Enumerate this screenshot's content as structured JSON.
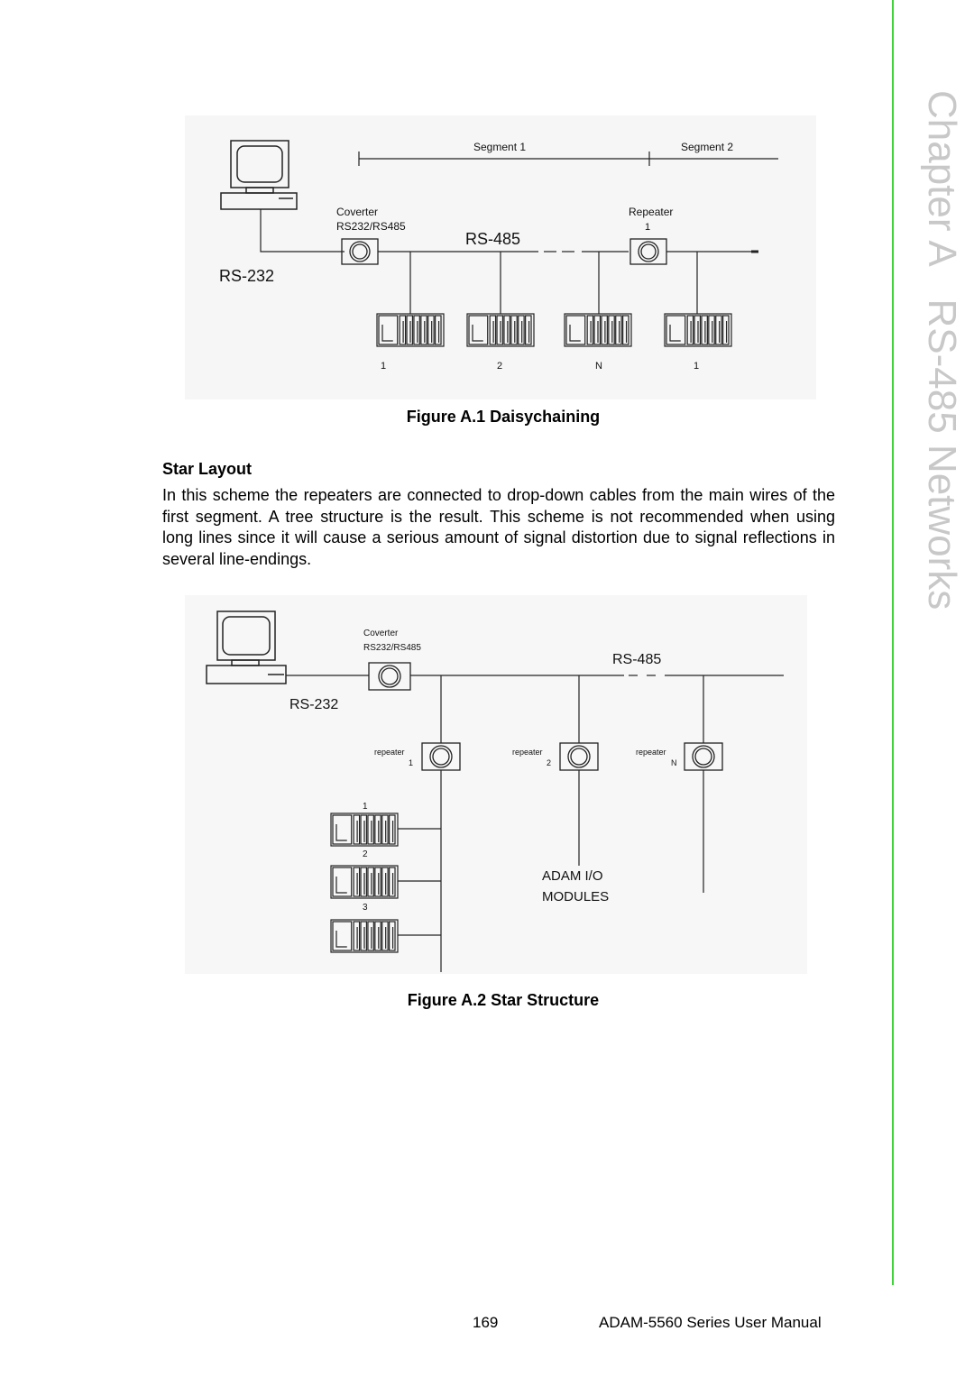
{
  "side_header": {
    "chapter": "Chapter A",
    "title": "RS-485 Networks"
  },
  "colors": {
    "accent_rule": "#3fd23a",
    "side_title": "#c8c8c8"
  },
  "figure1": {
    "caption": "Figure A.1 Daisychaining",
    "segment1": "Segment 1",
    "segment2": "Segment 2",
    "converter": "Coverter",
    "converter_type": "RS232/RS485",
    "rs485": "RS-485",
    "rs232": "RS-232",
    "repeater": "Repeater",
    "repeater_num": "1",
    "module_labels": [
      "1",
      "2",
      "N",
      "1"
    ]
  },
  "section": {
    "heading": "Star Layout",
    "body": "In this scheme the repeaters are connected to drop-down cables from the main wires of the first segment.  A tree structure is the result.  This scheme is not recommended when using long lines since it will cause a serious amount of signal distortion due to signal reflections in several line-endings."
  },
  "figure2": {
    "caption": "Figure A.2 Star Structure",
    "converter": "Coverter",
    "converter_type": "RS232/RS485",
    "rs485": "RS-485",
    "rs232": "RS-232",
    "repeaters": [
      {
        "label": "repeater",
        "num": "1"
      },
      {
        "label": "repeater",
        "num": "2"
      },
      {
        "label": "repeater",
        "num": "N"
      }
    ],
    "module_labels": [
      "1",
      "2",
      "3"
    ],
    "modules_line1": "ADAM I/O",
    "modules_line2": "MODULES"
  },
  "footer": {
    "page_number": "169",
    "manual_title": "ADAM-5560 Series User Manual"
  }
}
